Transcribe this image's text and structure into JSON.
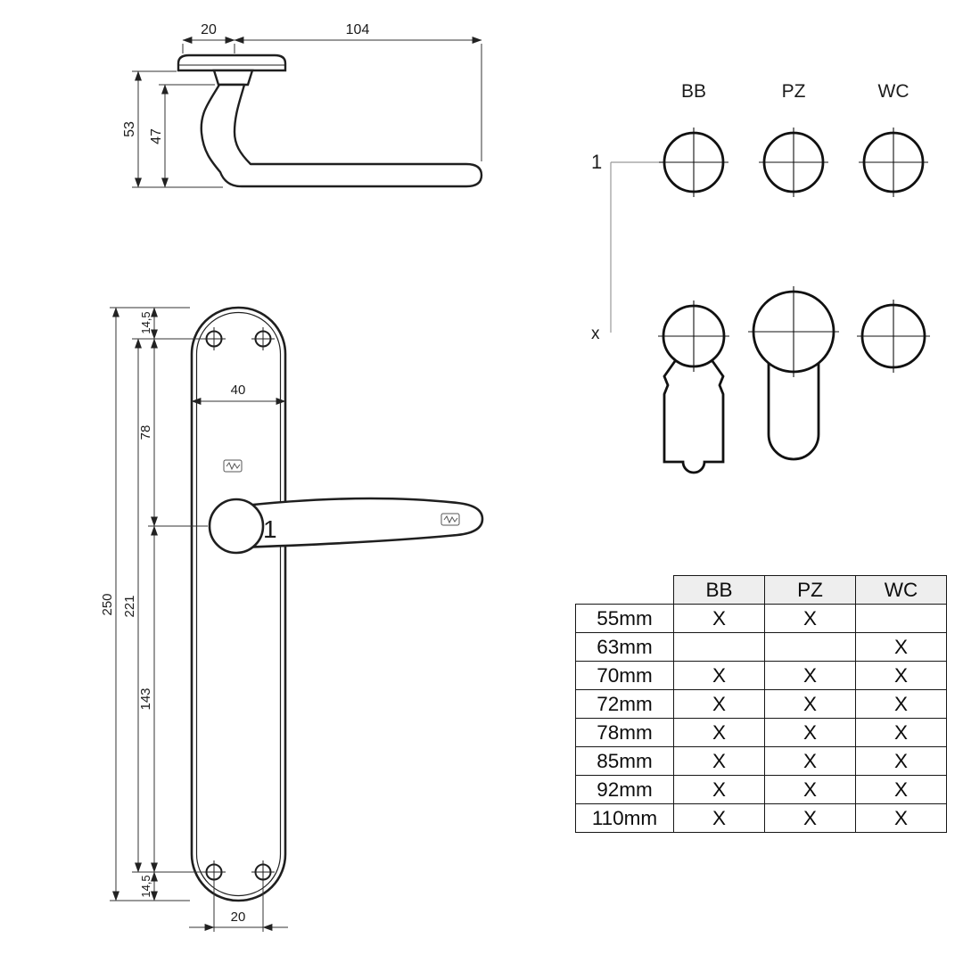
{
  "palette": {
    "line": "#1f1f1f",
    "accent_red": "#d40d12",
    "dim_line": "#333333",
    "connector_gray": "#999999",
    "table_header_bg": "#eeeeee"
  },
  "side_view": {
    "dim_top_small": "20",
    "dim_top_large": "104",
    "dim_height_total": "53",
    "dim_height_inner": "47"
  },
  "front_view": {
    "dim_total_height": "250",
    "dim_screw_span": "221",
    "dim_top_offset": "14,5",
    "dim_screw_to_handle": "78",
    "dim_handle_to_screw": "143",
    "dim_bottom_offset": "14,5",
    "dim_plate_width": "40",
    "dim_screw_spacing": "20",
    "callout": "1"
  },
  "keyhole_chart": {
    "col_labels": [
      "BB",
      "PZ",
      "WC"
    ],
    "row1_label": "1",
    "row2_label": "x"
  },
  "table": {
    "col_headers": [
      "BB",
      "PZ",
      "WC"
    ],
    "rows": [
      {
        "size": "55mm",
        "bb": "X",
        "pz": "X",
        "wc": ""
      },
      {
        "size": "63mm",
        "bb": "",
        "pz": "",
        "wc": "X"
      },
      {
        "size": "70mm",
        "bb": "X",
        "pz": "X",
        "wc": "X"
      },
      {
        "size": "72mm",
        "bb": "X",
        "pz": "X",
        "wc": "X"
      },
      {
        "size": "78mm",
        "bb": "X",
        "pz": "X",
        "wc": "X"
      },
      {
        "size": "85mm",
        "bb": "X",
        "pz": "X",
        "wc": "X"
      },
      {
        "size": "92mm",
        "bb": "X",
        "pz": "X",
        "wc": "X"
      },
      {
        "size": "110mm",
        "bb": "X",
        "pz": "X",
        "wc": "X"
      }
    ]
  },
  "icons": {
    "screw": "phillips-screw-icon",
    "maker_mark": "maker-mark-icon",
    "rose_circle": "crosshair-circle-icon",
    "bb_keyhole": "bit-keyhole-icon",
    "pz_profile": "euro-cylinder-icon",
    "wc_turn": "crosshair-circle-icon"
  }
}
